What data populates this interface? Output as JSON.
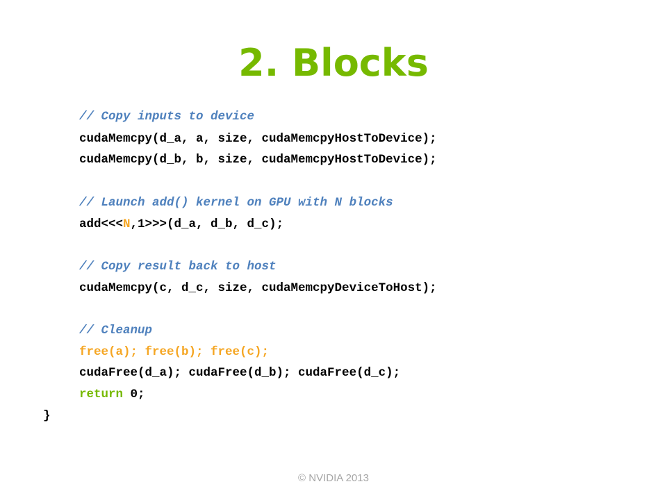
{
  "slide": {
    "title": "2. Blocks",
    "footer": "© NVIDIA 2013"
  },
  "code": {
    "comment_copy_inputs": "// Copy inputs to device",
    "memcpy_a": "cudaMemcpy(d_a, a, size, cudaMemcpyHostToDevice);",
    "memcpy_b": "cudaMemcpy(d_b, b, size, cudaMemcpyHostToDevice);",
    "comment_launch": "// Launch add() kernel on GPU with N blocks",
    "launch_prefix": "add<<<",
    "launch_n": "N",
    "launch_suffix": ",1>>>(d_a, d_b, d_c);",
    "comment_copy_result": "// Copy result back to host",
    "memcpy_c": "cudaMemcpy(c, d_c, size, cudaMemcpyDeviceToHost);",
    "comment_cleanup": "// Cleanup",
    "free_host": "free(a); free(b); free(c);",
    "free_device": "cudaFree(d_a); cudaFree(d_b); cudaFree(d_c);",
    "return_keyword": "return",
    "return_value": " 0;",
    "closing_brace": "}"
  },
  "colors": {
    "title": "#76b900",
    "comment": "#4f81bd",
    "keyword": "#76b900",
    "highlight": "#f5a623",
    "footer": "#a6a6a6"
  }
}
